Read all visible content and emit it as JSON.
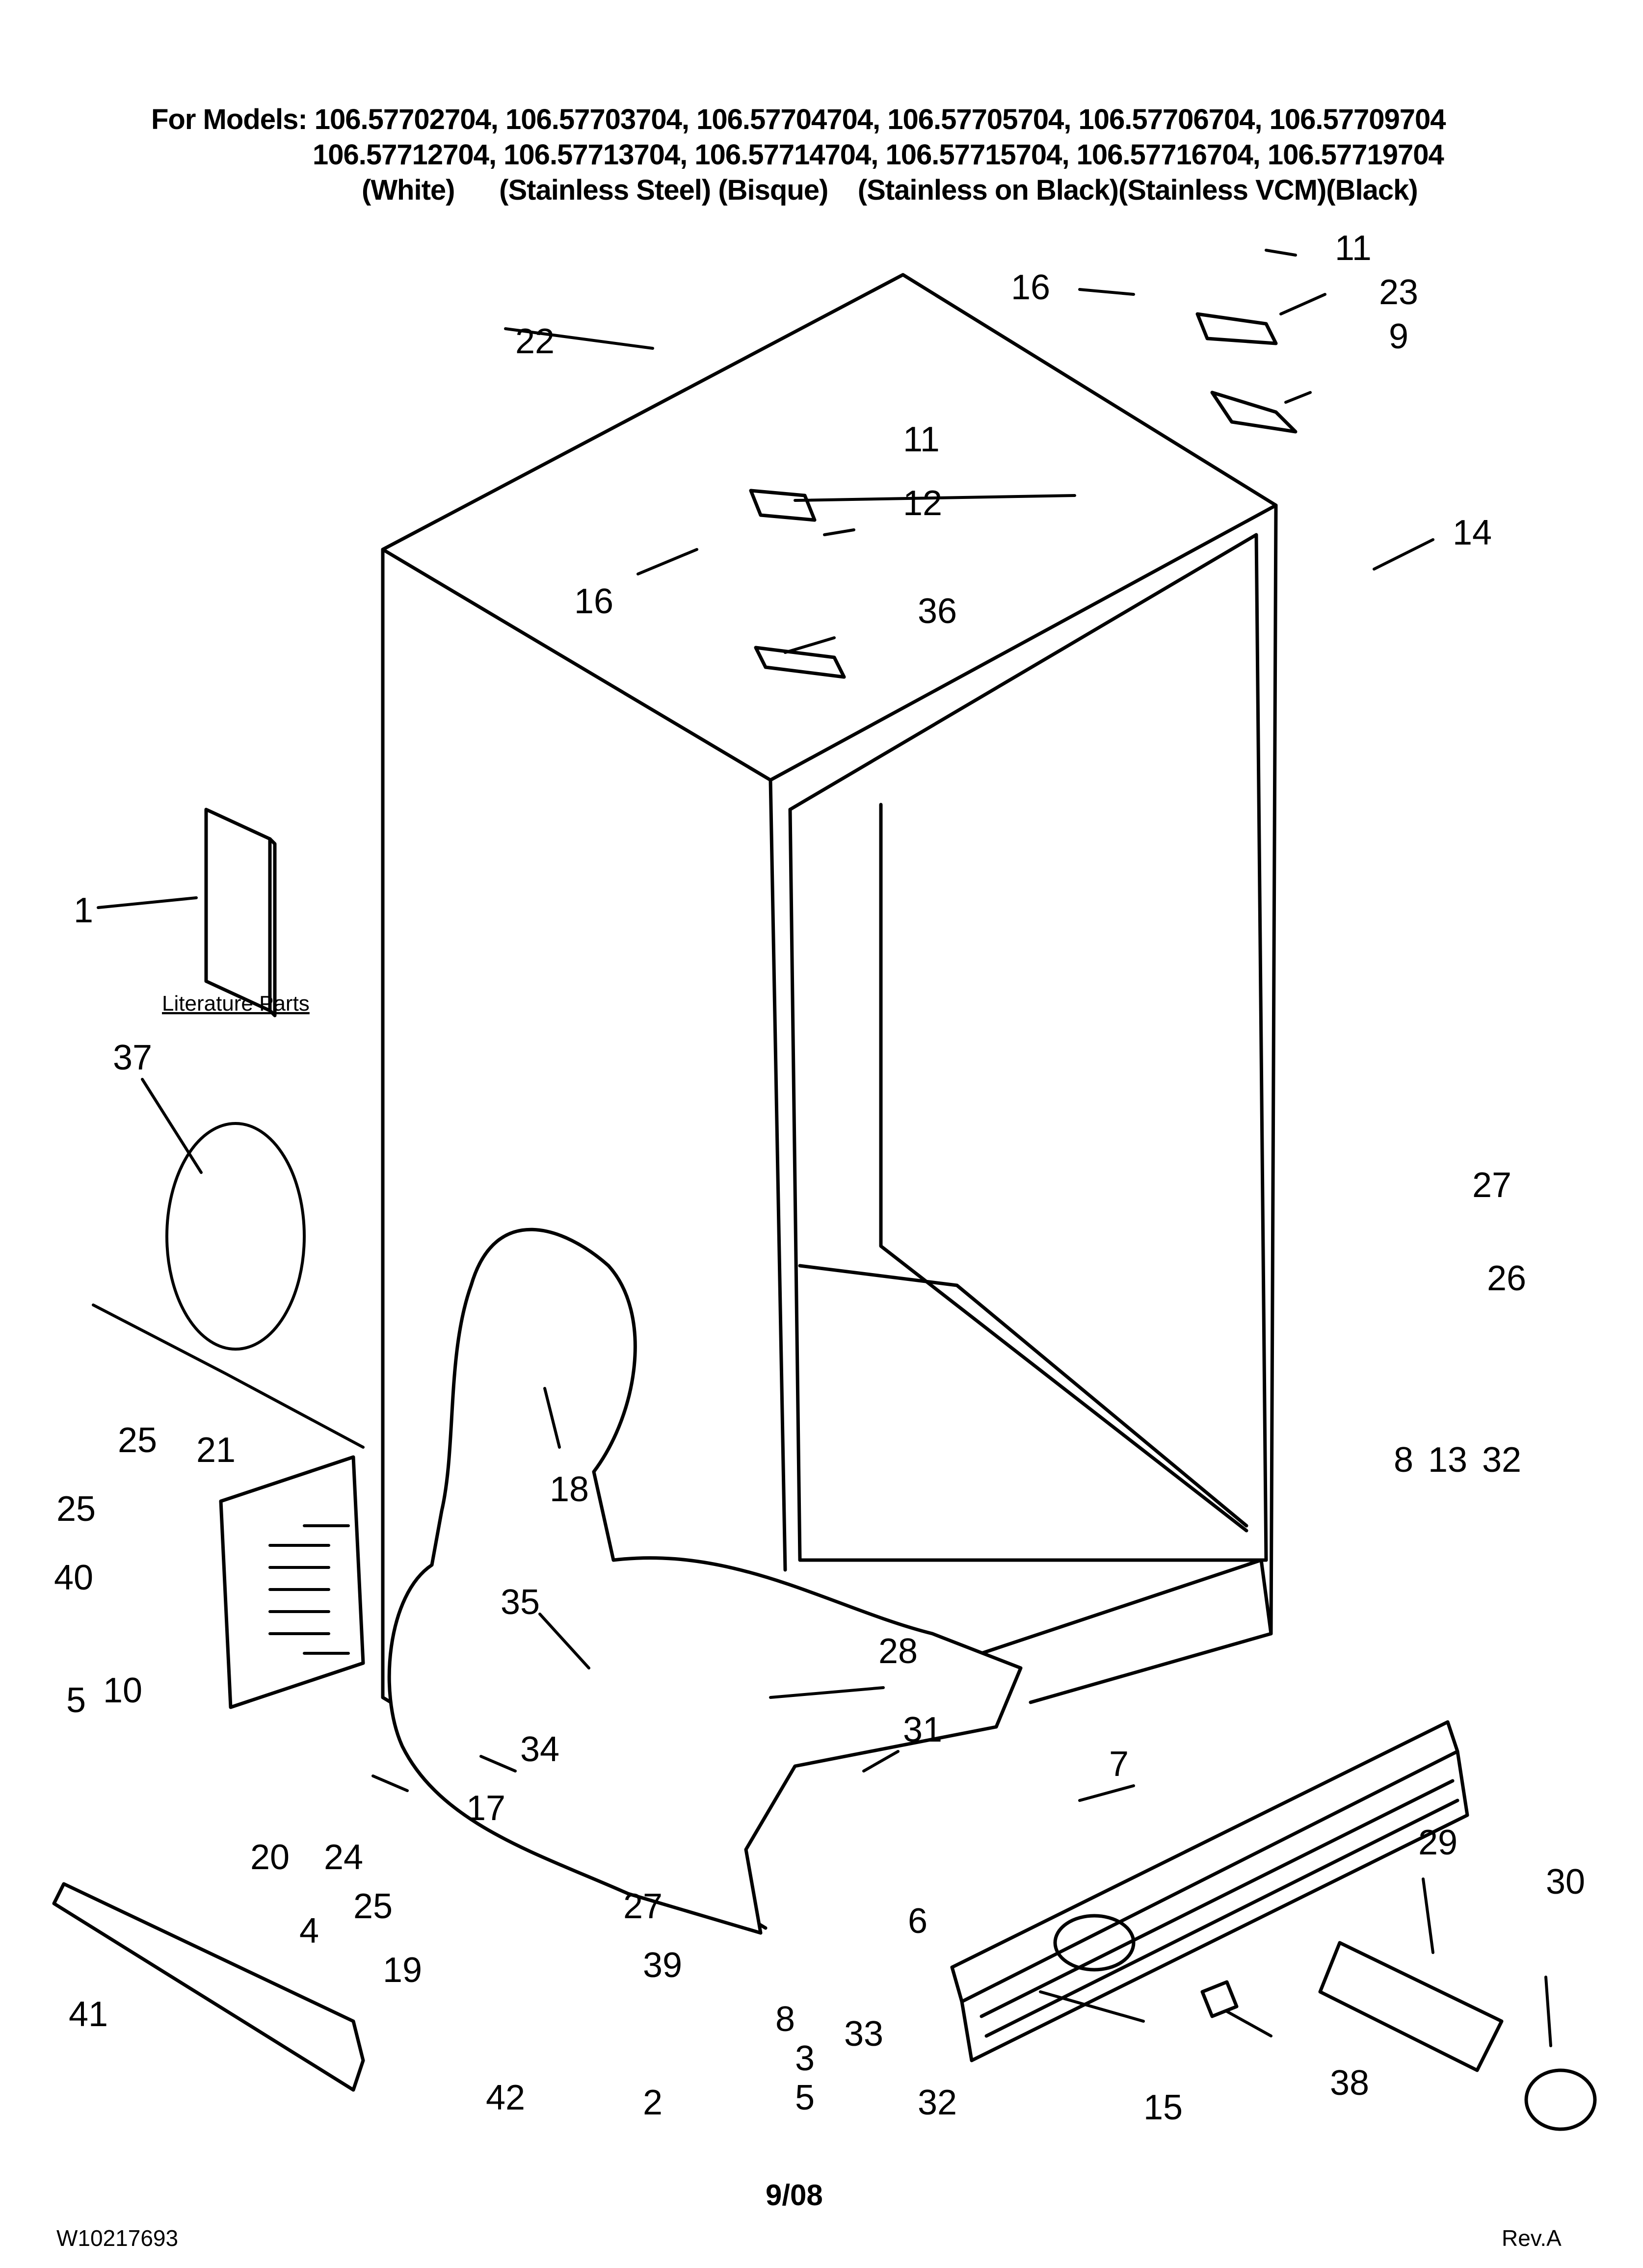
{
  "header": {
    "line1": "For Models: 106.57702704, 106.57703704, 106.57704704, 106.57705704, 106.57706704, 106.57709704",
    "line2": "106.57712704, 106.57713704, 106.57714704, 106.57715704, 106.57716704, 106.57719704",
    "line3": "(White)      (Stainless Steel) (Bisque)    (Stainless on Black)(Stainless VCM)(Black)"
  },
  "literature_label": "Literature Parts",
  "footer": {
    "doc_number": "W10217693",
    "date": "9/08",
    "revision": "Rev.A"
  },
  "callouts": [
    "1",
    "2",
    "3",
    "4",
    "5",
    "5",
    "6",
    "7",
    "8",
    "8",
    "9",
    "10",
    "11",
    "11",
    "12",
    "13",
    "14",
    "15",
    "16",
    "16",
    "17",
    "18",
    "19",
    "20",
    "21",
    "22",
    "23",
    "24",
    "25",
    "25",
    "25",
    "26",
    "27",
    "27",
    "28",
    "29",
    "30",
    "31",
    "32",
    "32",
    "33",
    "34",
    "35",
    "36",
    "37",
    "38",
    "39",
    "40",
    "41",
    "42"
  ]
}
